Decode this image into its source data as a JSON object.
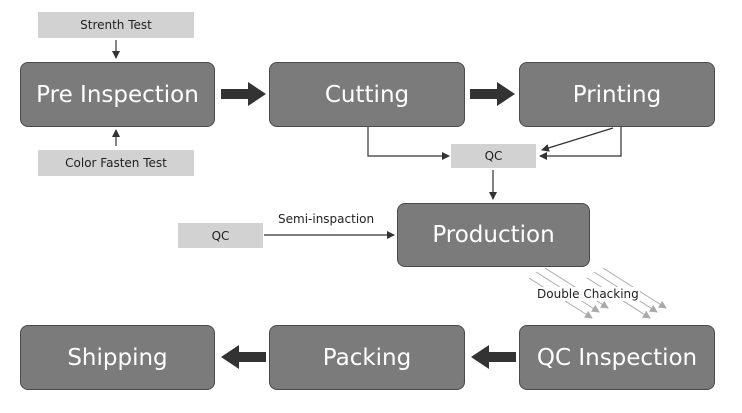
{
  "steps": {
    "pre_inspection": "Pre Inspection",
    "cutting": "Cutting",
    "printing": "Printing",
    "production": "Production",
    "qc_inspection": "QC Inspection",
    "packing": "Packing",
    "shipping": "Shipping"
  },
  "tags": {
    "strength_test": "Strenth Test",
    "color_fasten_test": "Color Fasten Test",
    "qc_upper": "QC",
    "qc_left": "QC"
  },
  "labels": {
    "semi_inspection": "Semi-inspaction",
    "double_checking": "Double Chacking"
  },
  "colors": {
    "box_fill": "#7b7b7b",
    "box_border": "#4a4a4a",
    "tag_fill": "#d2d2d2",
    "arrow_dark": "#333333",
    "hatch": "#aaaaaa"
  }
}
